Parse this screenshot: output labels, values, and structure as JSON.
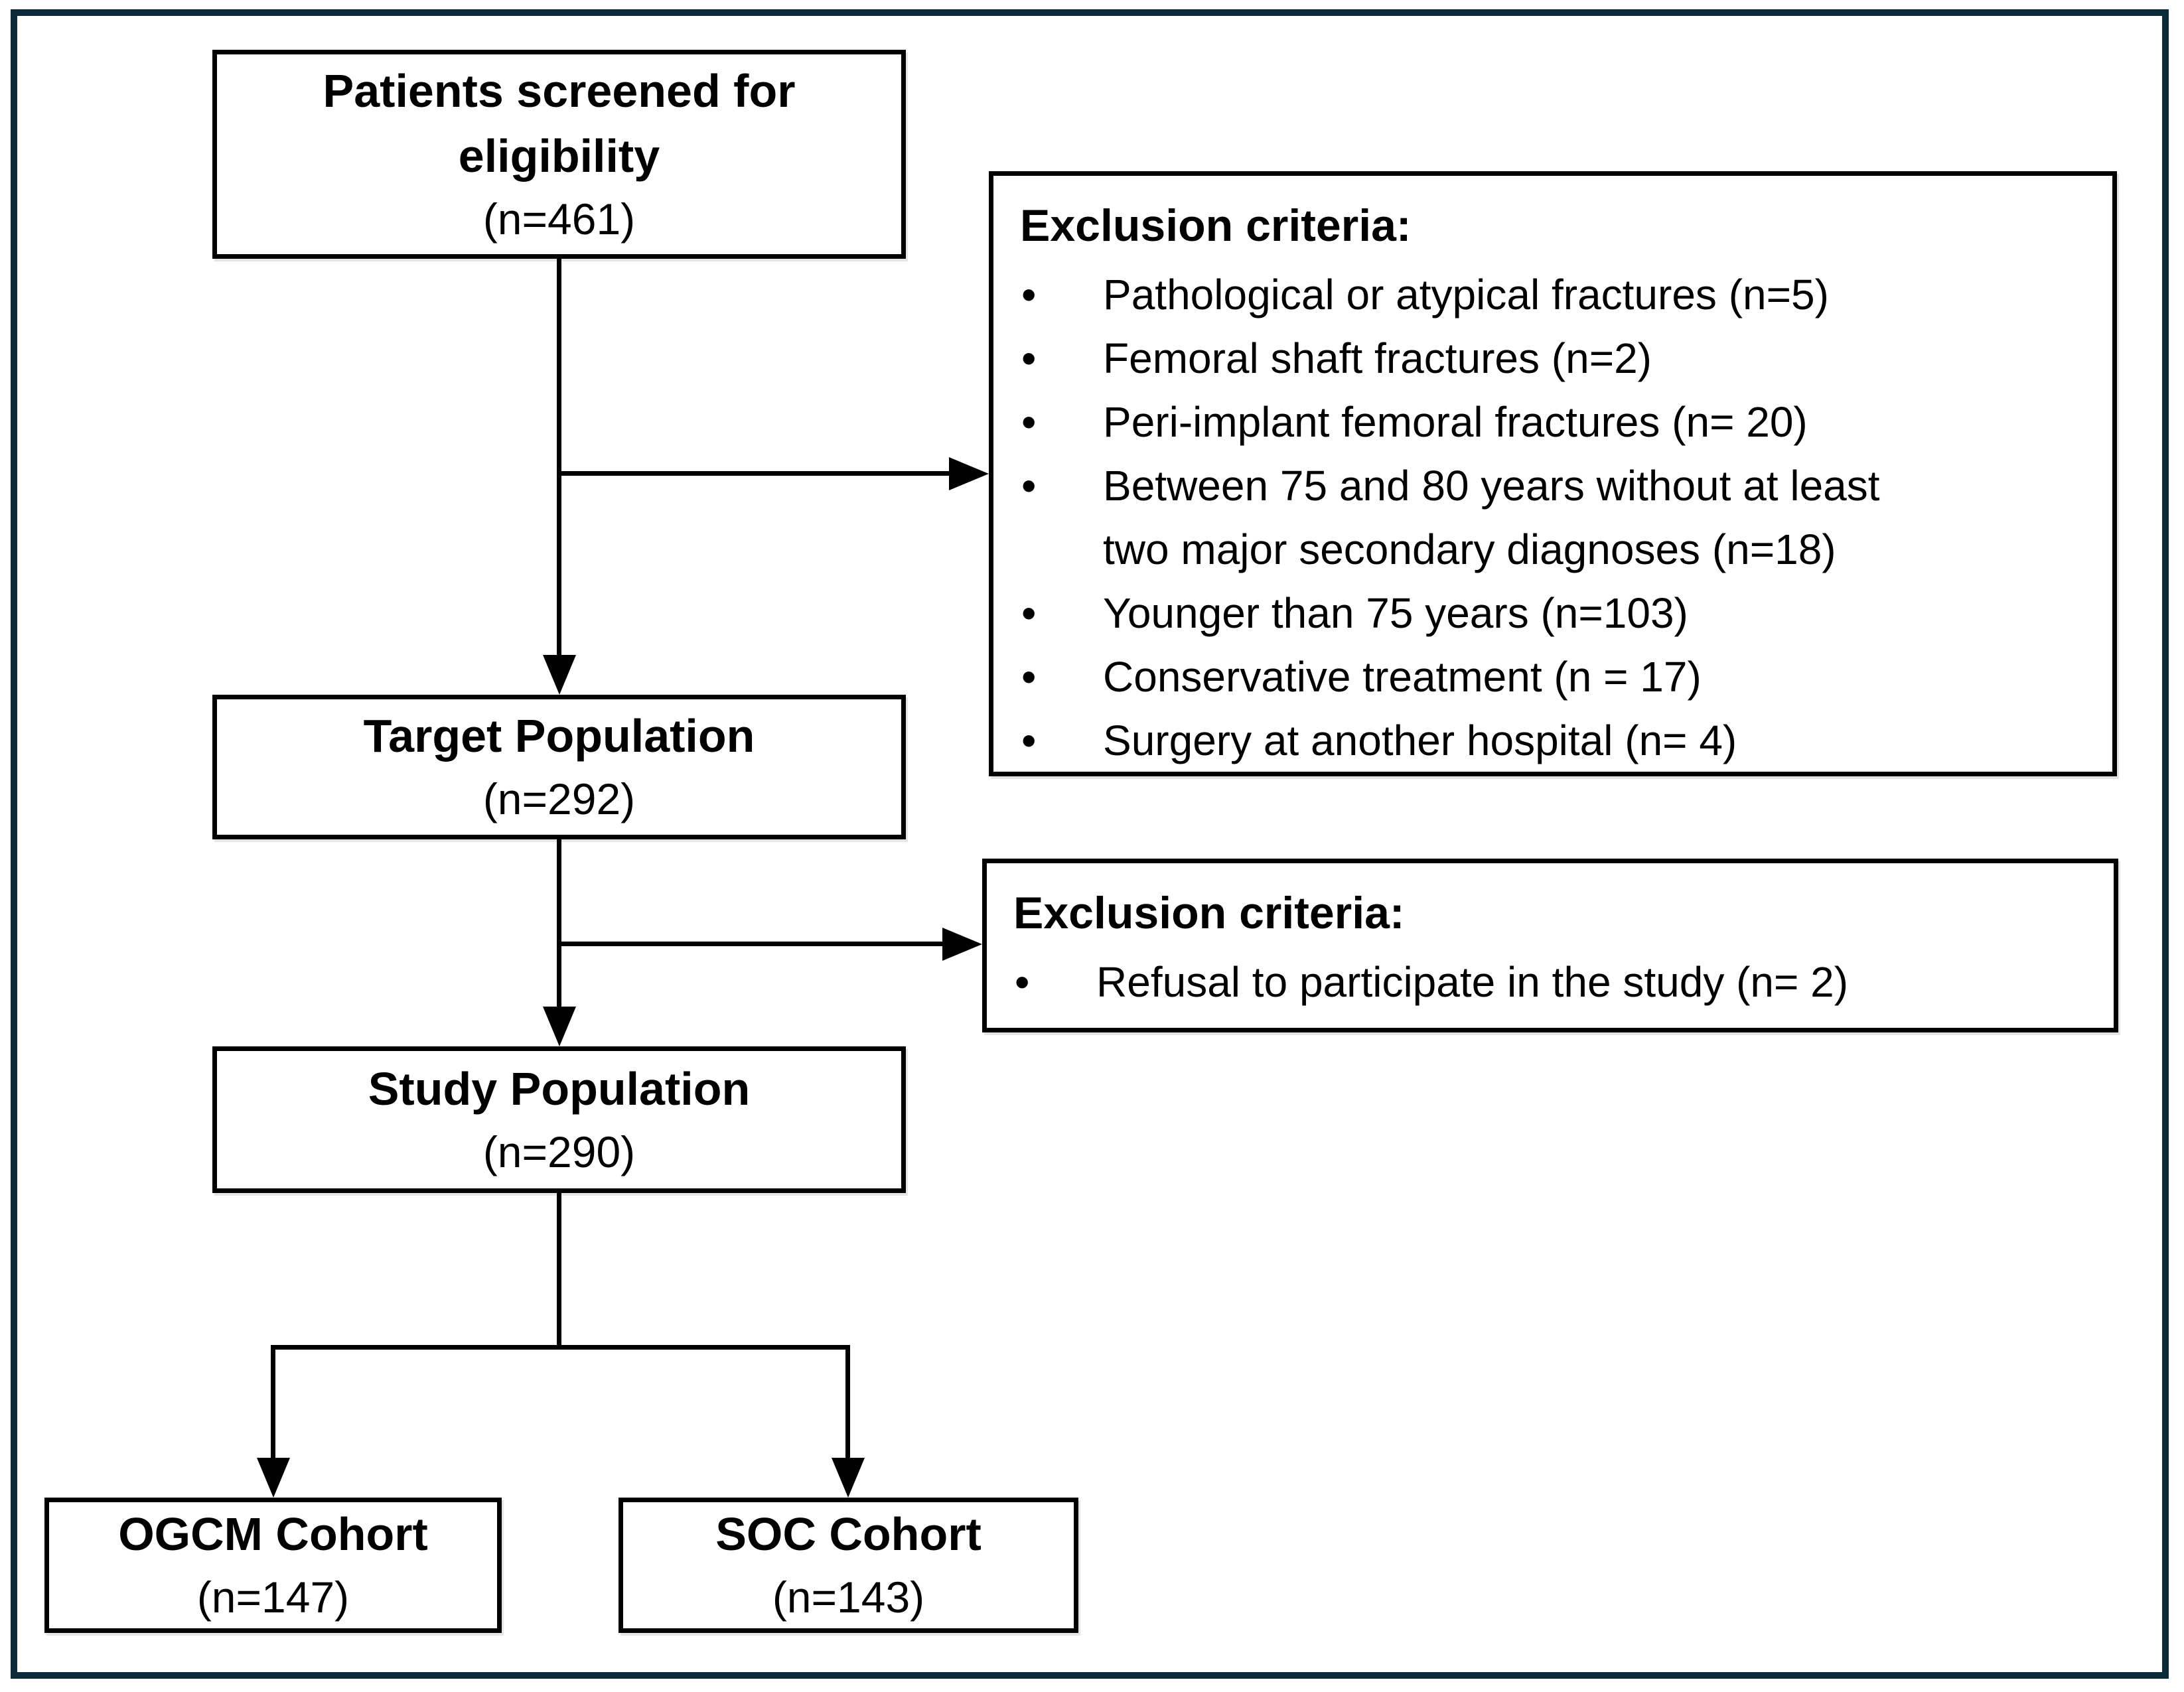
{
  "figure": {
    "type": "patient-flow-diagram",
    "colors": {
      "background": "#ffffff",
      "frame": "#0d2a3a",
      "line": "#000000",
      "text": "#000000"
    },
    "nodes": {
      "screened": {
        "title": "Patients screened for eligibility",
        "count": "(n=461)"
      },
      "target": {
        "title": "Target Population",
        "count": "(n=292)"
      },
      "study": {
        "title": "Study Population",
        "count": "(n=290)"
      },
      "ogcm": {
        "title": "OGCM Cohort",
        "count": "(n=147)"
      },
      "soc": {
        "title": "SOC Cohort",
        "count": "(n=143)"
      }
    },
    "exclusion1": {
      "title": "Exclusion criteria:",
      "items": [
        "Pathological or atypical fractures (n=5)",
        "Femoral shaft fractures (n=2)",
        "Peri-implant femoral fractures (n= 20)",
        "Between 75 and 80 years without at least two major secondary diagnoses (n=18)",
        "Younger than 75 years (n=103)",
        "Conservative treatment (n = 17)",
        "Surgery at another hospital (n= 4)"
      ]
    },
    "exclusion2": {
      "title": "Exclusion criteria:",
      "items": [
        "Refusal to participate in the study (n= 2)"
      ]
    }
  }
}
